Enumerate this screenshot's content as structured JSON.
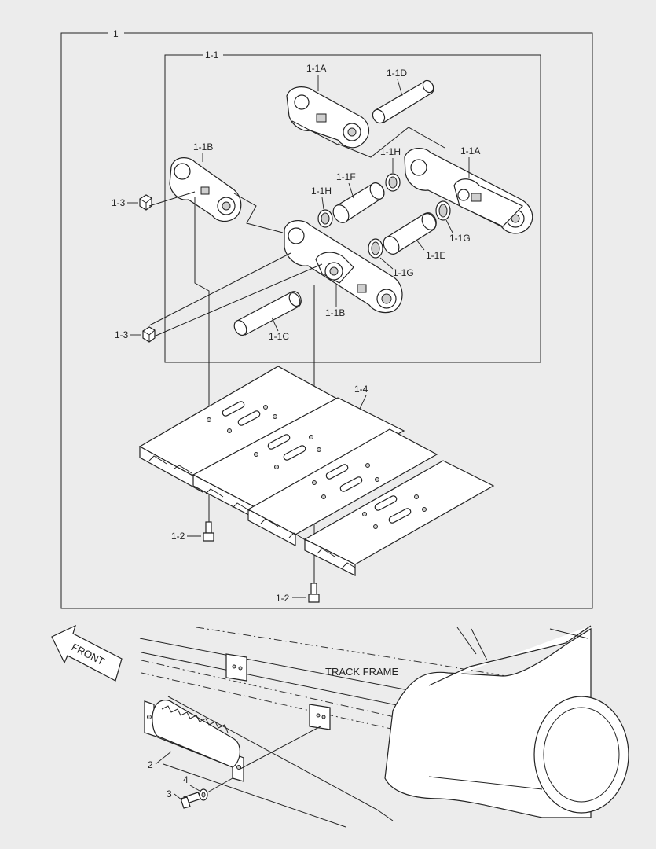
{
  "labels": {
    "assembly": "1",
    "sub_assembly": "1-1",
    "link_1_1a_top": "1-1A",
    "link_1_1a_right": "1-1A",
    "pin_1_1d": "1-1D",
    "link_1_1b_left": "1-1B",
    "link_1_1b_bottom": "1-1B",
    "seal_1_1h_top": "1-1H",
    "seal_1_1h_mid": "1-1H",
    "bushing_1_1f": "1-1F",
    "bushing_1_1e": "1-1E",
    "seal_1_1g_right": "1-1G",
    "seal_1_1g_mid": "1-1G",
    "pin_1_1c": "1-1C",
    "nut_1_3_top": "1-3",
    "nut_1_3_bottom": "1-3",
    "shoe_1_4": "1-4",
    "bolt_1_2_left": "1-2",
    "bolt_1_2_right": "1-2",
    "front_arrow": "FRONT",
    "track_frame": "TRACK FRAME",
    "guard_2": "2",
    "bolt_3": "3",
    "washer_4": "4"
  }
}
